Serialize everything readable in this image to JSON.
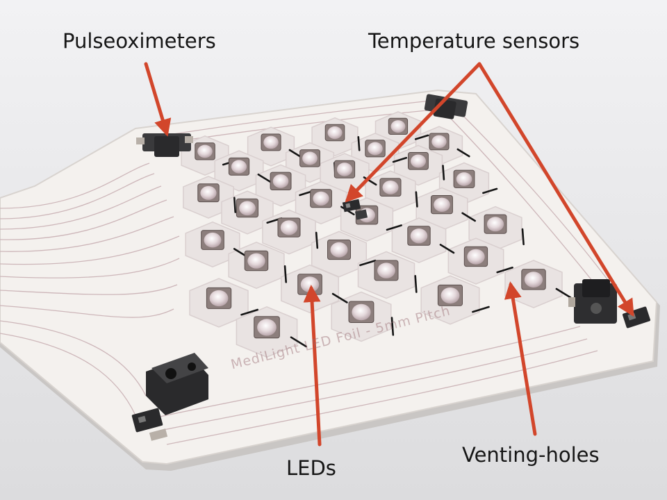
{
  "labels": {
    "pulseoximeters": "Pulseoximeters",
    "temperature_sensors": "Temperature sensors",
    "leds": "LEDs",
    "venting_holes": "Venting-holes"
  },
  "foil_print": "MediLight LED Foil - 5mm Pitch",
  "colors": {
    "background": "#e9e9eb",
    "foil": "#f4f1ee",
    "foil_edge": "#d8d3cf",
    "trace": "#cdb6b9",
    "arrow": "#d2462b",
    "label_text": "#161616",
    "component": "#2a2a2c"
  }
}
